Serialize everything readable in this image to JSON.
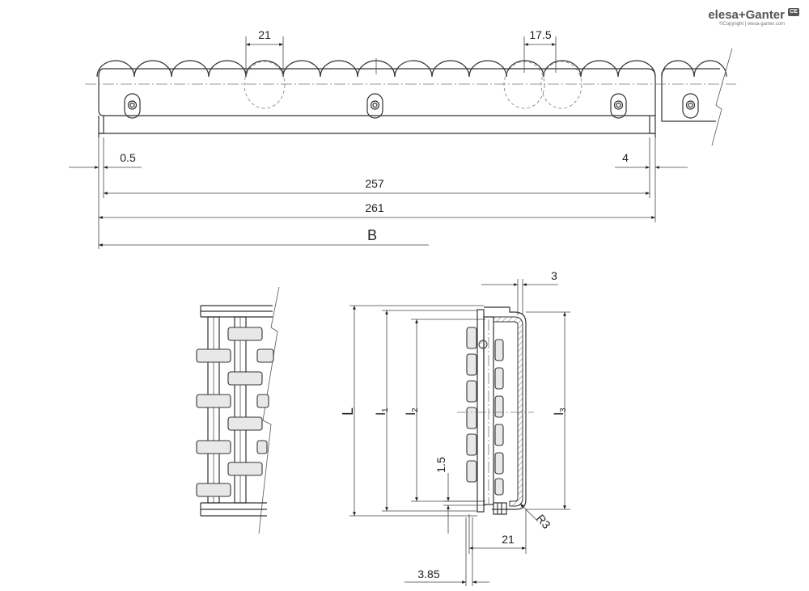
{
  "brand": {
    "name": "elesa+Ganter",
    "copyright": "©Copyright | elesa-ganter.com",
    "icon": "ce-mark-icon"
  },
  "top_view": {
    "dims": {
      "pitch_large": "21",
      "pitch_small": "17.5",
      "gap_left": "0.5",
      "gap_right": "4",
      "inner_length": "257",
      "outer_length": "261",
      "total": "B"
    }
  },
  "section_view": {
    "dims": {
      "length_L": "L",
      "length_l1": "l",
      "sub_l1": "1",
      "length_l2": "l",
      "sub_l2": "2",
      "length_l3": "l",
      "sub_l3": "3",
      "thickness": "3",
      "offset": "1.5",
      "width": "21",
      "bottom_offset": "3.85",
      "radius": "R3"
    }
  }
}
